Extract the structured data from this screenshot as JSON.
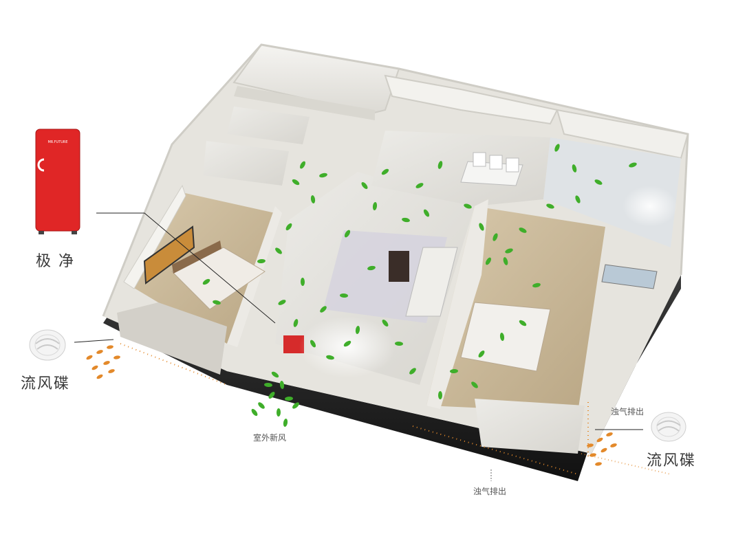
{
  "labels": {
    "jijing": "极 净",
    "liufengdie_left": "流风碟",
    "liufengdie_right": "流风碟",
    "fresh_air": "室外新风",
    "exhaust_right": "浊气排出",
    "exhaust_bottom": "浊气排出"
  },
  "devices": {
    "fridge_text": "MR.FUTURE"
  },
  "colors": {
    "fridge_red": "#e02626",
    "leaf_green": "#3fae2a",
    "orange_leaf": "#e3892a",
    "wall": "#f1f0ec",
    "floor_wood": "#c9b89a",
    "floor_tile": "#e3e1db"
  }
}
